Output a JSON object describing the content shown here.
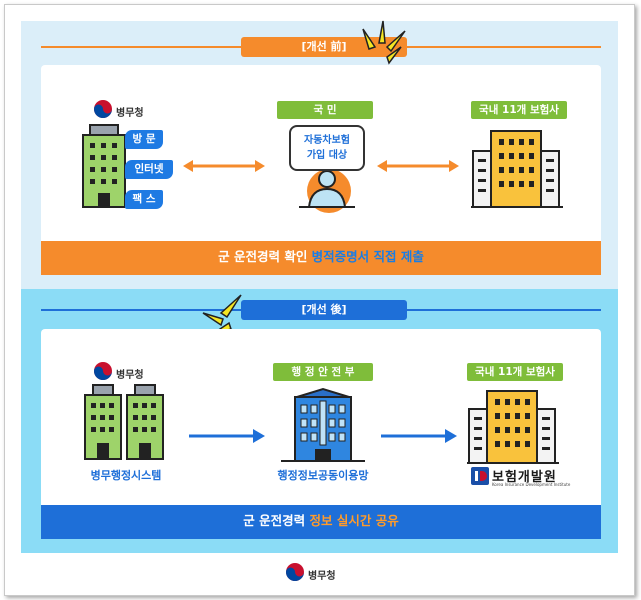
{
  "before": {
    "header": "[개선 前]",
    "org_label": "병무청",
    "channels": [
      "방 문",
      "인터넷",
      "팩 스"
    ],
    "citizen_label": "국 민",
    "bubble_line1": "자동차보험",
    "bubble_line2": "가입 대상",
    "insurer_label": "국내 11개 보험사",
    "banner_prefix": "군 운전경력 확인 ",
    "banner_highlight": "병적증명서 직접 제출"
  },
  "after": {
    "header": "[개선 後]",
    "org_label": "병무청",
    "system_caption": "병무행정시스템",
    "ministry_label": "행 정 안 전 부",
    "network_caption": "행정정보공동이용망",
    "insurer_label": "국내 11개 보험사",
    "kidi_name": "보험개발원",
    "kidi_sub": "Korea Insurance Development Institute",
    "banner_prefix": "군 운전경력 ",
    "banner_highlight": "정보 실시간 공유"
  },
  "footer": {
    "org_label": "병무청"
  },
  "colors": {
    "orange": "#f58b2c",
    "blue": "#1e6fd8",
    "green": "#7fbd3a",
    "yellow": "#f9c23c"
  }
}
